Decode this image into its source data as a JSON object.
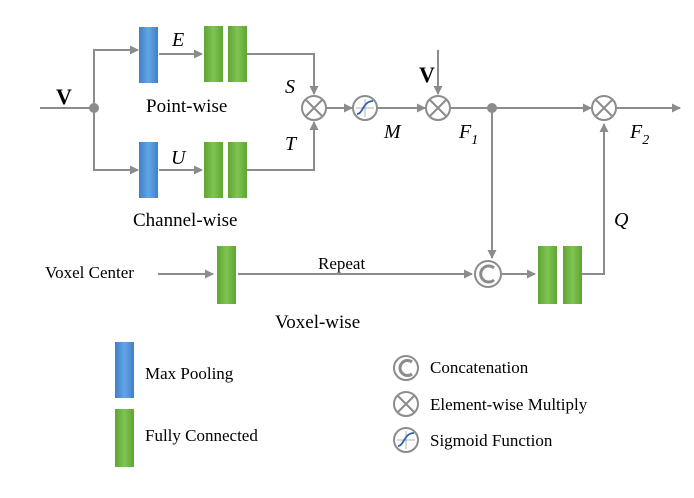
{
  "inputs": {
    "v_left": "V",
    "v_top": "V",
    "voxel_center": "Voxel Center"
  },
  "branches": {
    "point_wise": "Point-wise",
    "channel_wise": "Channel-wise",
    "voxel_wise": "Voxel-wise"
  },
  "signals": {
    "e": "E",
    "u": "U",
    "s": "S",
    "t": "T",
    "m": "M",
    "f1_base": "F",
    "f1_sub": "1",
    "f2_base": "F",
    "f2_sub": "2",
    "q": "Q",
    "repeat": "Repeat"
  },
  "legend": {
    "max_pooling": "Max Pooling",
    "fully_connected": "Fully Connected",
    "concatenation": "Concatenation",
    "element_wise_multiply": "Element-wise Multiply",
    "sigmoid_function": "Sigmoid Function"
  },
  "colors": {
    "max_pooling_blue": "#4a8fd6",
    "fully_connected_green": "#6cb33f",
    "line_gray": "#8c8c8c"
  }
}
